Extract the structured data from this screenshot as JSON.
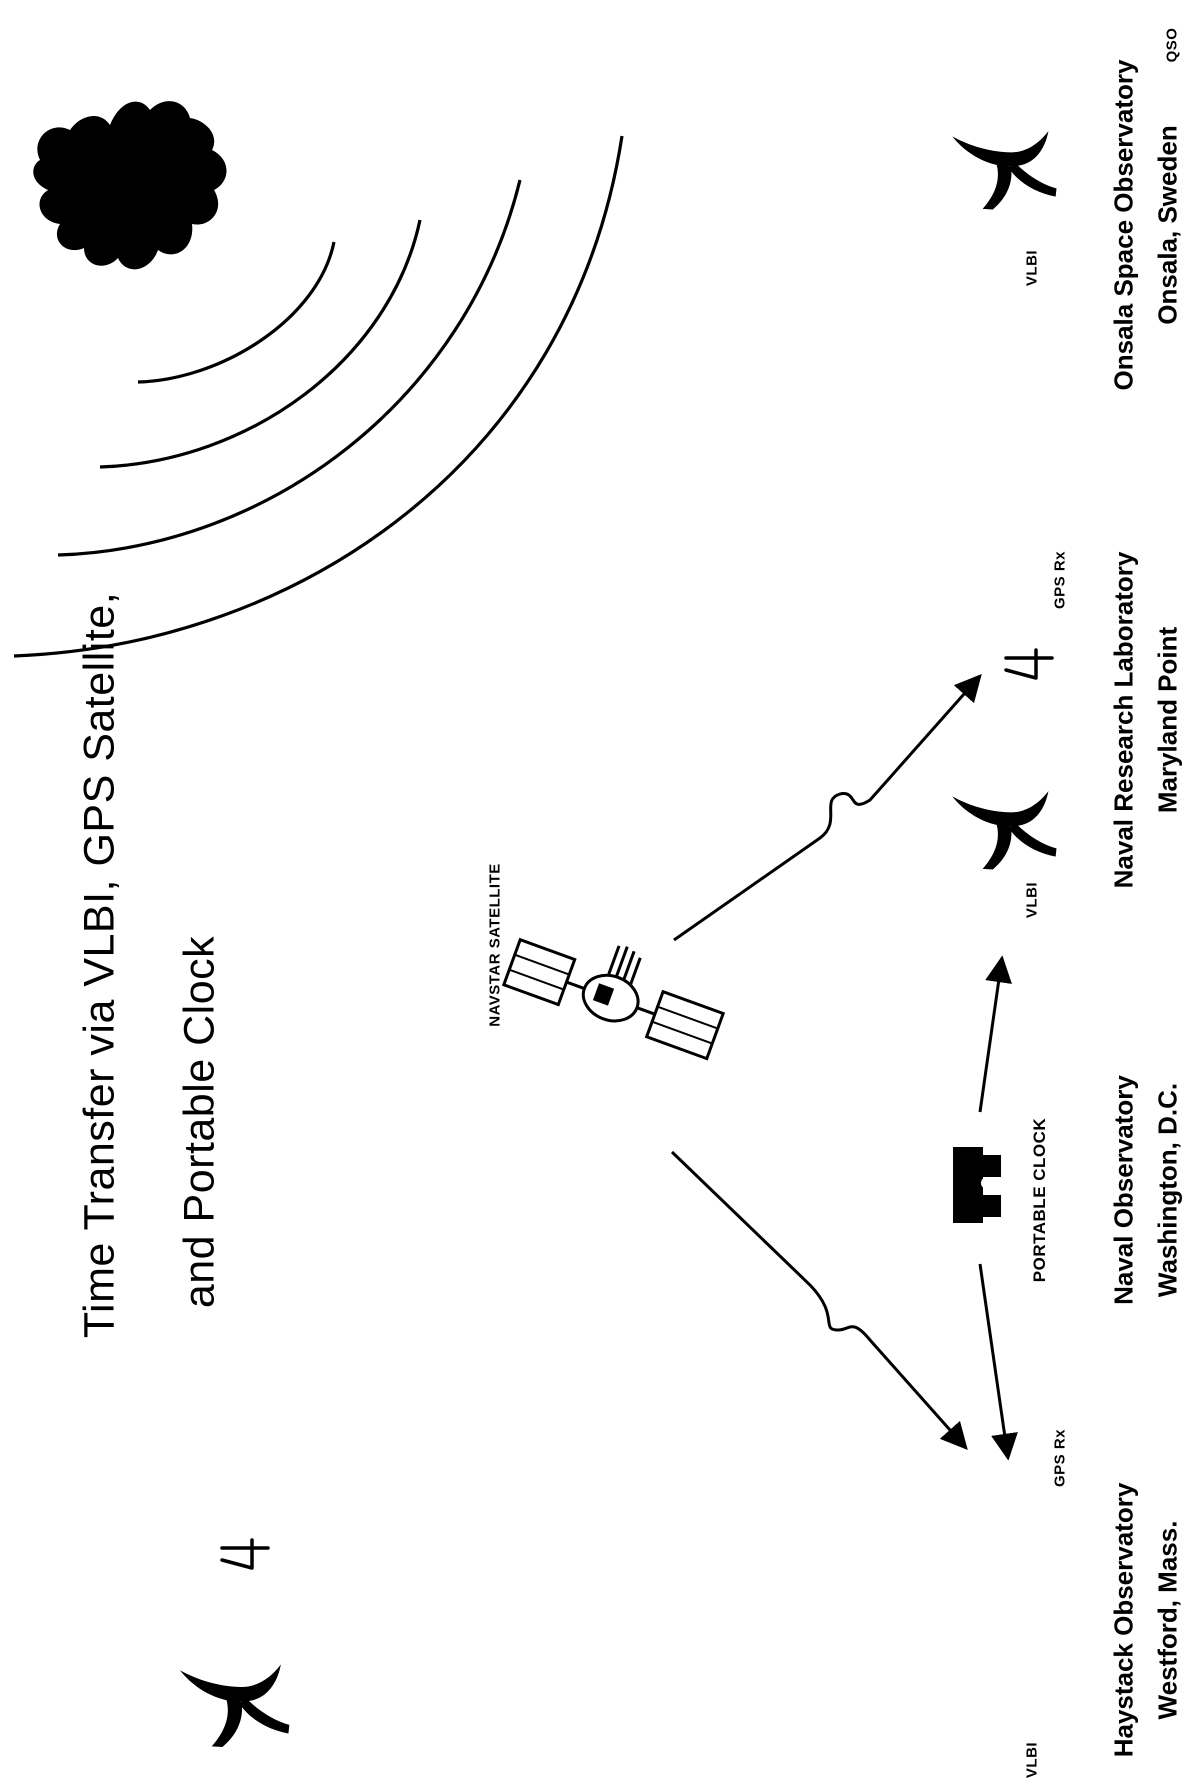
{
  "title": {
    "line1": "Time Transfer via VLBI, GPS Satellite,",
    "line2": "and Portable Clock"
  },
  "source": {
    "label": "QSO"
  },
  "satellite": {
    "label": "NAVSTAR SATELLITE"
  },
  "portable_clock": {
    "label": "PORTABLE CLOCK"
  },
  "sites": [
    {
      "name": "Haystack Observatory",
      "location": "Westford, Mass.",
      "vlbi_label": "VLBI",
      "gps_label": "GPS Rx"
    },
    {
      "name": "Naval Observatory",
      "location": "Washington, D.C."
    },
    {
      "name": "Naval Research Laboratory",
      "location": "Maryland Point",
      "vlbi_label": "VLBI",
      "gps_label": "GPS Rx"
    },
    {
      "name": "Onsala Space Observatory",
      "location": "Onsala, Sweden",
      "vlbi_label": "VLBI"
    }
  ],
  "icons": {
    "dish": "radio-telescope-icon",
    "gps_antenna": "gps-antenna-icon",
    "satellite": "satellite-icon",
    "clock": "portable-clock-icon",
    "quasar": "quasar-icon"
  }
}
